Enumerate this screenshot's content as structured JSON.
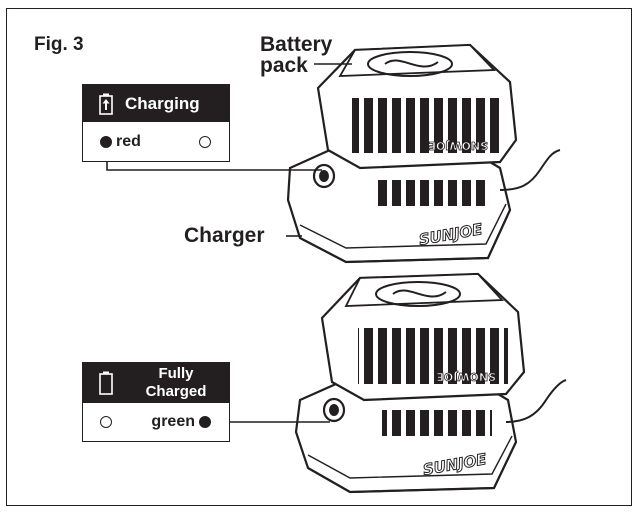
{
  "figure": {
    "title": "Fig. 3"
  },
  "labels": {
    "battery_line1": "Battery",
    "battery_line2": "pack",
    "charger": "Charger",
    "brand_top": "SUNJOE",
    "brand_bottom": "SUNJOE",
    "pack_brand_top": "SNOWJOE",
    "pack_brand_bottom": "SNOWJOE"
  },
  "charging_panel": {
    "header": "Charging",
    "icon": "battery-charging-icon",
    "led_color_label": "red"
  },
  "charged_panel": {
    "header_line1": "Fully",
    "header_line2": "Charged",
    "icon": "battery-empty-icon",
    "led_color_label": "green"
  },
  "colors": {
    "ink": "#231f20",
    "background": "#ffffff"
  }
}
